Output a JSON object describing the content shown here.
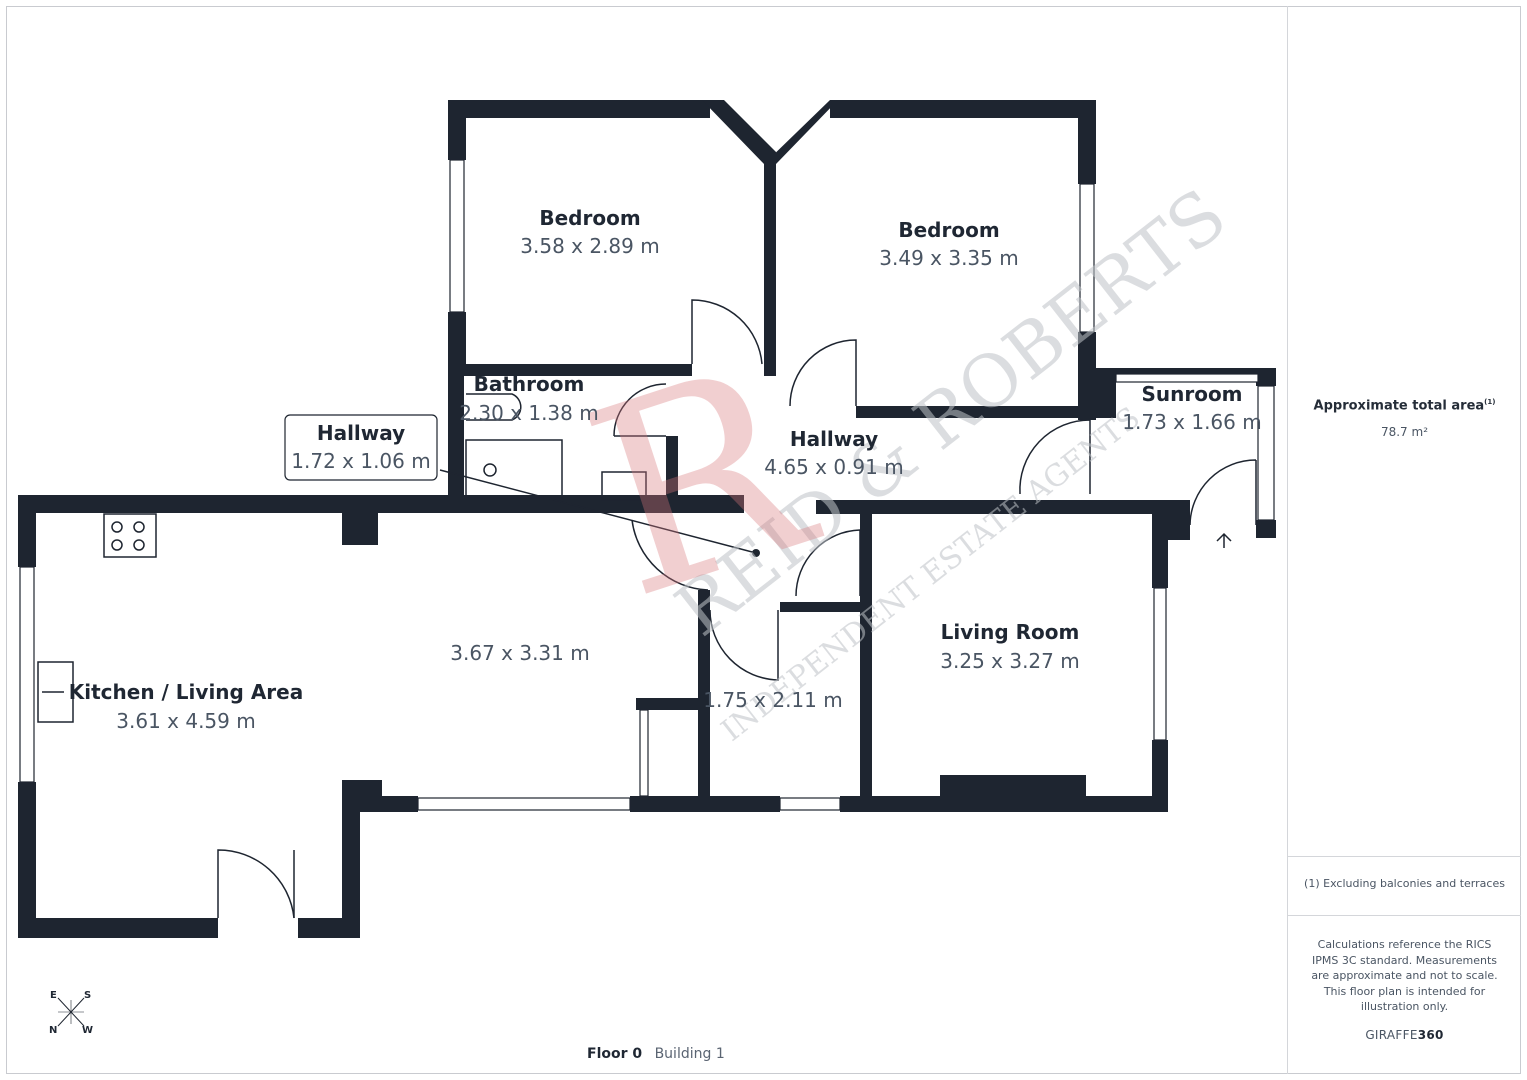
{
  "rooms": [
    {
      "id": "bedroom1",
      "name": "Bedroom",
      "dims": "3.58 x 2.89 m"
    },
    {
      "id": "bedroom2",
      "name": "Bedroom",
      "dims": "3.49 x 3.35 m"
    },
    {
      "id": "bathroom",
      "name": "Bathroom",
      "dims": "2.30 x 1.38 m"
    },
    {
      "id": "hallway_small",
      "name": "Hallway",
      "dims": "1.72 x 1.06 m"
    },
    {
      "id": "hallway_main",
      "name": "Hallway",
      "dims": "4.65 x 0.91 m"
    },
    {
      "id": "sunroom",
      "name": "Sunroom",
      "dims": "1.73 x 1.66 m"
    },
    {
      "id": "kitchen",
      "name": "Kitchen / Living Area",
      "dims": "3.61 x 4.59 m"
    },
    {
      "id": "unnamed_large",
      "name": "",
      "dims": "3.67 x 3.31 m"
    },
    {
      "id": "unnamed_small",
      "name": "",
      "dims": "1.75 x 2.11 m"
    },
    {
      "id": "living",
      "name": "Living Room",
      "dims": "3.25 x 3.27 m"
    }
  ],
  "sidebar": {
    "area_title": "Approximate total area",
    "area_superscript": "(1)",
    "area_value": "78.7 m²",
    "footnote": "(1) Excluding balconies and terraces",
    "disclaimer": "Calculations reference the RICS IPMS 3C standard. Measurements are approximate and not to scale. This floor plan is intended for illustration only.",
    "brand_prefix": "GIRAFFE",
    "brand_suffix": "360"
  },
  "footer": {
    "floor": "Floor 0",
    "building": "Building 1"
  },
  "compass": {
    "top_left": "E",
    "top_right": "S",
    "bottom_left": "N",
    "bottom_right": "W"
  },
  "watermark": {
    "main": "REID & ROBERTS",
    "sub": "INDEPENDENT ESTATE AGENTS",
    "monogram": "R"
  },
  "colors": {
    "wall": "#1e2530",
    "watermark_mark": "#d9777c",
    "watermark_text": "#bfc3c8"
  }
}
